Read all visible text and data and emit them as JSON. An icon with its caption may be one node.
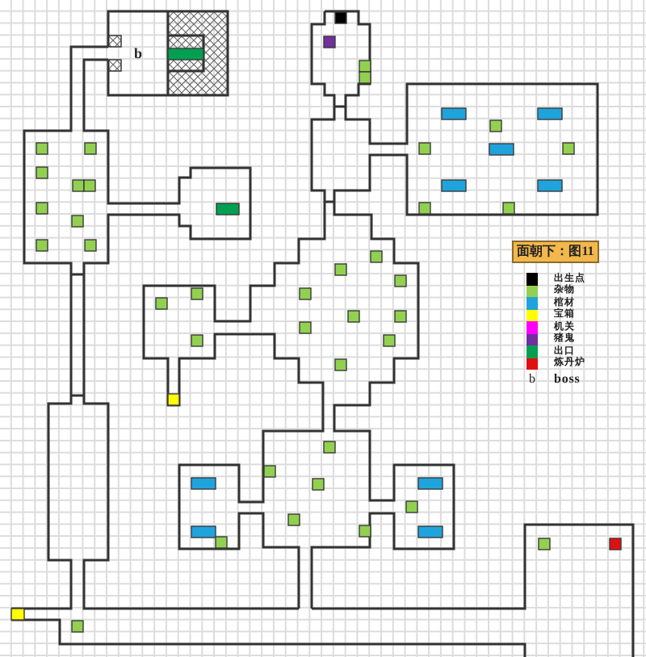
{
  "diagram": {
    "title": "面朝下：图11",
    "labels": [
      "b",
      "b"
    ],
    "legend": [
      {
        "text": "出生点",
        "color": "#000000"
      },
      {
        "text": "杂物",
        "color": "#92d050"
      },
      {
        "text": "棺材",
        "color": "#1fa3dc"
      },
      {
        "text": "宝箱",
        "color": "#ffff00"
      },
      {
        "text": "机关",
        "color": "#ff00ff"
      },
      {
        "text": "猪鬼",
        "color": "#7030a0"
      },
      {
        "text": "出口",
        "color": "#00a050"
      },
      {
        "text": "炼丹炉",
        "color": "#e01010"
      },
      {
        "text": "boss"
      }
    ]
  }
}
